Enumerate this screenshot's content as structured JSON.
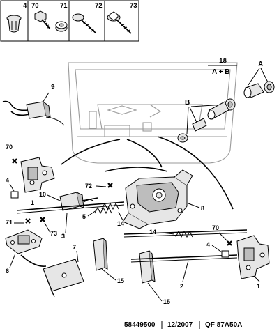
{
  "header_cells": [
    "4",
    "70",
    "71",
    "72",
    "73"
  ],
  "callouts": {
    "n18": "18",
    "a_plus_b": "A + B",
    "a": "A",
    "b": "B",
    "n9": "9",
    "n70_left": "70",
    "n4_left": "4",
    "n10": "10",
    "n72": "72",
    "n8": "8",
    "n1_left": "1",
    "n5": "5",
    "n71": "71",
    "n73": "73",
    "n14_left": "14",
    "n14_right": "14",
    "n3": "3",
    "n6": "6",
    "n7": "7",
    "n70_right": "70",
    "n4_right": "4",
    "n2": "2",
    "n1_right": "1",
    "n15_left": "15",
    "n15_bottom": "15"
  },
  "footer": {
    "ref": "58449500",
    "date": "12/2007",
    "code": "QF 87A50A"
  }
}
